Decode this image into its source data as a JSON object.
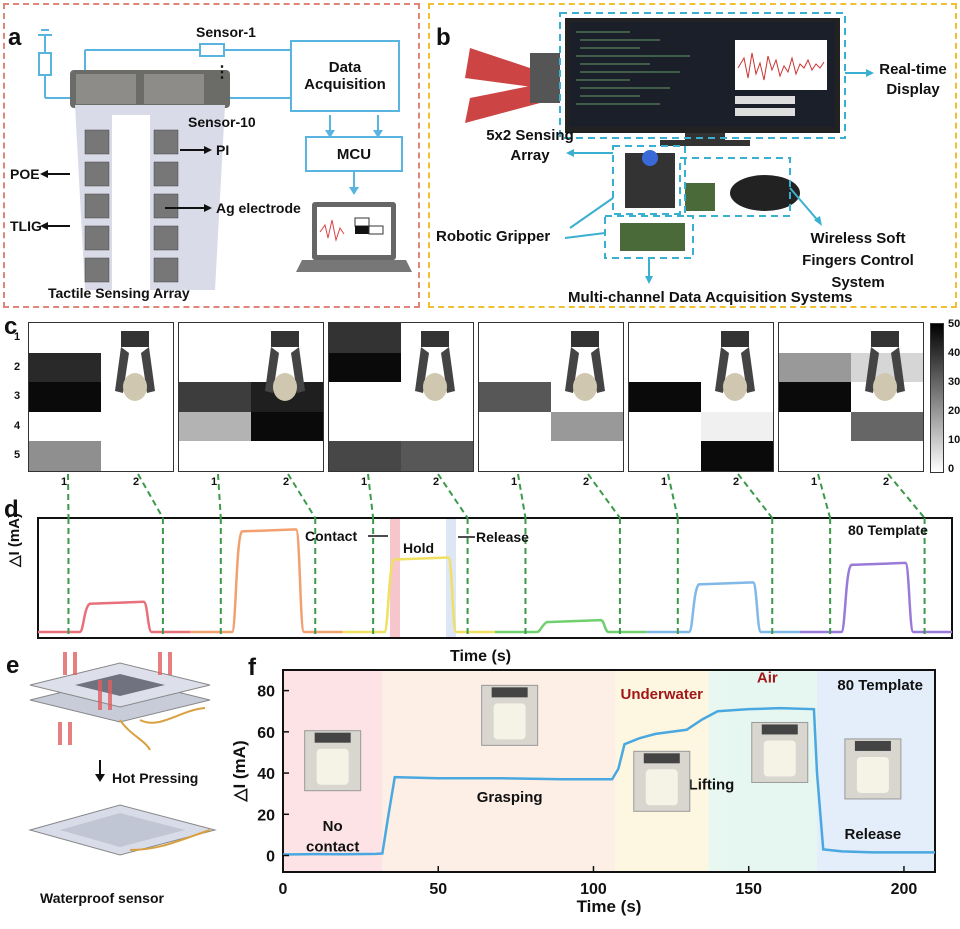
{
  "panels": {
    "a": "a",
    "b": "b",
    "c": "c",
    "d": "d",
    "e": "e",
    "f": "f"
  },
  "panel_a": {
    "sensor_1": "Sensor-1",
    "sensor_10": "Sensor-10",
    "dots": "⋮",
    "data_acquisition": "Data Acquisition",
    "mcu": "MCU",
    "pi": "PI",
    "poe": "POE",
    "ag_electrode": "Ag electrode",
    "tlig": "TLIG",
    "caption": "Tactile Sensing Array"
  },
  "panel_b": {
    "realtime": "Real-time Display",
    "sensing_array": "5x2 Sensing Array",
    "robotic_gripper": "Robotic Gripper",
    "wireless": "Wireless Soft Fingers Control System",
    "multichannel": "Multi-channel Data Acquisition Systems"
  },
  "panel_c": {
    "rows": [
      "1",
      "2",
      "3",
      "4",
      "5"
    ],
    "cols": [
      "1",
      "2"
    ],
    "colorbar_ticks": [
      "50",
      "40",
      "30",
      "20",
      "10",
      "0"
    ],
    "heatmaps": [
      [
        [
          0,
          0
        ],
        [
          42,
          0
        ],
        [
          48,
          0
        ],
        [
          0,
          0
        ],
        [
          22,
          0
        ]
      ],
      [
        [
          0,
          0
        ],
        [
          0,
          0
        ],
        [
          38,
          44
        ],
        [
          15,
          48
        ],
        [
          0,
          0
        ]
      ],
      [
        [
          40,
          0
        ],
        [
          48,
          0
        ],
        [
          0,
          0
        ],
        [
          0,
          0
        ],
        [
          36,
          33
        ]
      ],
      [
        [
          0,
          0
        ],
        [
          0,
          0
        ],
        [
          33,
          0
        ],
        [
          0,
          20
        ],
        [
          0,
          0
        ]
      ],
      [
        [
          0,
          0
        ],
        [
          0,
          0
        ],
        [
          48,
          0
        ],
        [
          0,
          3
        ],
        [
          0,
          48
        ]
      ],
      [
        [
          0,
          0
        ],
        [
          20,
          8
        ],
        [
          48,
          0
        ],
        [
          0,
          30
        ],
        [
          0,
          0
        ]
      ]
    ]
  },
  "panel_d": {
    "ylabel": "△I (mA)",
    "xlabel": "Time (s)",
    "template": "80 Template",
    "contact": "Contact",
    "hold": "Hold",
    "release": "Release"
  },
  "panel_e": {
    "hot_pressing": "Hot Pressing",
    "waterproof": "Waterproof sensor"
  },
  "chart_data": [
    {
      "type": "line",
      "panel": "d",
      "xlabel": "Time (s)",
      "ylabel": "△I (mA)",
      "series": [
        {
          "color": "#e8707a",
          "plateau": 0.28
        },
        {
          "color": "#f2a070",
          "plateau": 0.95
        },
        {
          "color": "#f0e060",
          "plateau": 0.69
        },
        {
          "color": "#70d070",
          "plateau": 0.11
        },
        {
          "color": "#80b8e8",
          "plateau": 0.46
        },
        {
          "color": "#9a7ad8",
          "plateau": 0.64
        }
      ]
    },
    {
      "type": "line",
      "panel": "f",
      "xlabel": "Time (s)",
      "ylabel": "△I (mA)",
      "template": "80 Template",
      "xlim": [
        0,
        210
      ],
      "ylim": [
        -8,
        90
      ],
      "xticks": [
        "0",
        "50",
        "100",
        "150",
        "200"
      ],
      "yticks": [
        "0",
        "20",
        "40",
        "60",
        "80"
      ],
      "x": [
        0,
        10,
        20,
        30,
        32,
        34,
        36,
        50,
        70,
        90,
        106,
        108,
        110,
        115,
        120,
        130,
        135,
        140,
        150,
        160,
        171,
        172,
        174,
        180,
        190,
        200,
        210
      ],
      "y": [
        0.5,
        0.7,
        0.6,
        0.8,
        1,
        20,
        38,
        37.5,
        37.5,
        37,
        37,
        42,
        54,
        57,
        59,
        61,
        66,
        70,
        71,
        71.5,
        71,
        40,
        3,
        2,
        1.5,
        1.5,
        1.5
      ],
      "regions": [
        {
          "label": "No contact",
          "range": [
            0,
            32
          ],
          "color": "#fde3e6"
        },
        {
          "label": "Grasping",
          "range": [
            32,
            107
          ],
          "color": "#fdeee6"
        },
        {
          "label": "Underwater",
          "range": [
            107,
            137
          ],
          "color": "#fdf6e0"
        },
        {
          "label": "Lifting",
          "range": [
            137,
            143
          ],
          "color": "#e8f8f0"
        },
        {
          "label": "Air",
          "range": [
            143,
            172
          ],
          "color": "#e6f6f0"
        },
        {
          "label": "Release",
          "range": [
            172,
            210
          ],
          "color": "#e3eefa"
        }
      ],
      "region_labels": {
        "no": "No",
        "contact": "contact",
        "grasping": "Grasping",
        "underwater": "Underwater",
        "lifting": "Lifting",
        "air": "Air",
        "release": "Release"
      }
    }
  ]
}
